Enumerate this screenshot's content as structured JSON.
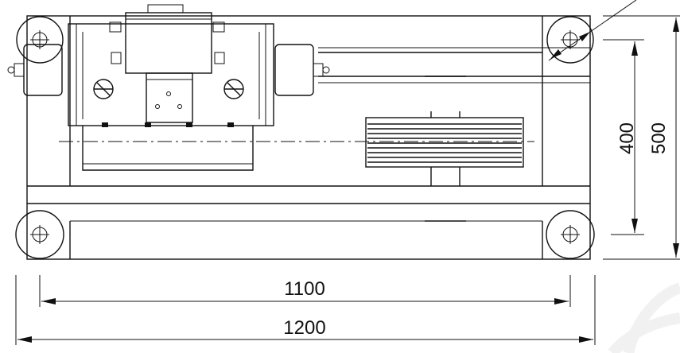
{
  "dimensions": {
    "overall_width": "1200",
    "inner_width": "1100",
    "inner_height": "400",
    "overall_height": "500"
  },
  "colors": {
    "line": "#111111",
    "background": "#ffffff",
    "watermark": "#f1f1f1"
  }
}
